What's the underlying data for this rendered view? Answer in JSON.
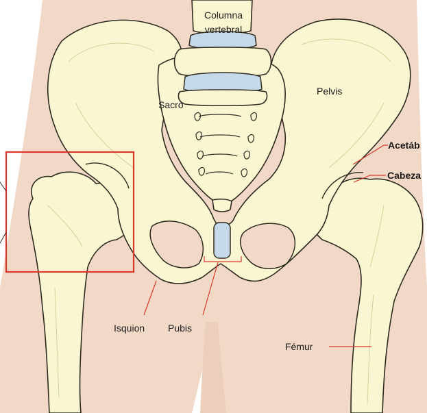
{
  "labels": {
    "columna_line1": "Columna",
    "columna_line2": "vertebral",
    "sacro": "Sacro",
    "pelvis": "Pelvis",
    "acetabulo": "Acetáb",
    "cabeza": "Cabeza",
    "isquion": "Isquion",
    "pubis": "Pubis",
    "femur": "Fémur"
  },
  "colors": {
    "skin": "#f2d9c7",
    "bone": "#fbf6d2",
    "outline": "#2d2a1f",
    "disc": "#c5d9ea",
    "highlight_box": "#d9382b",
    "leader": "#d9382b"
  }
}
